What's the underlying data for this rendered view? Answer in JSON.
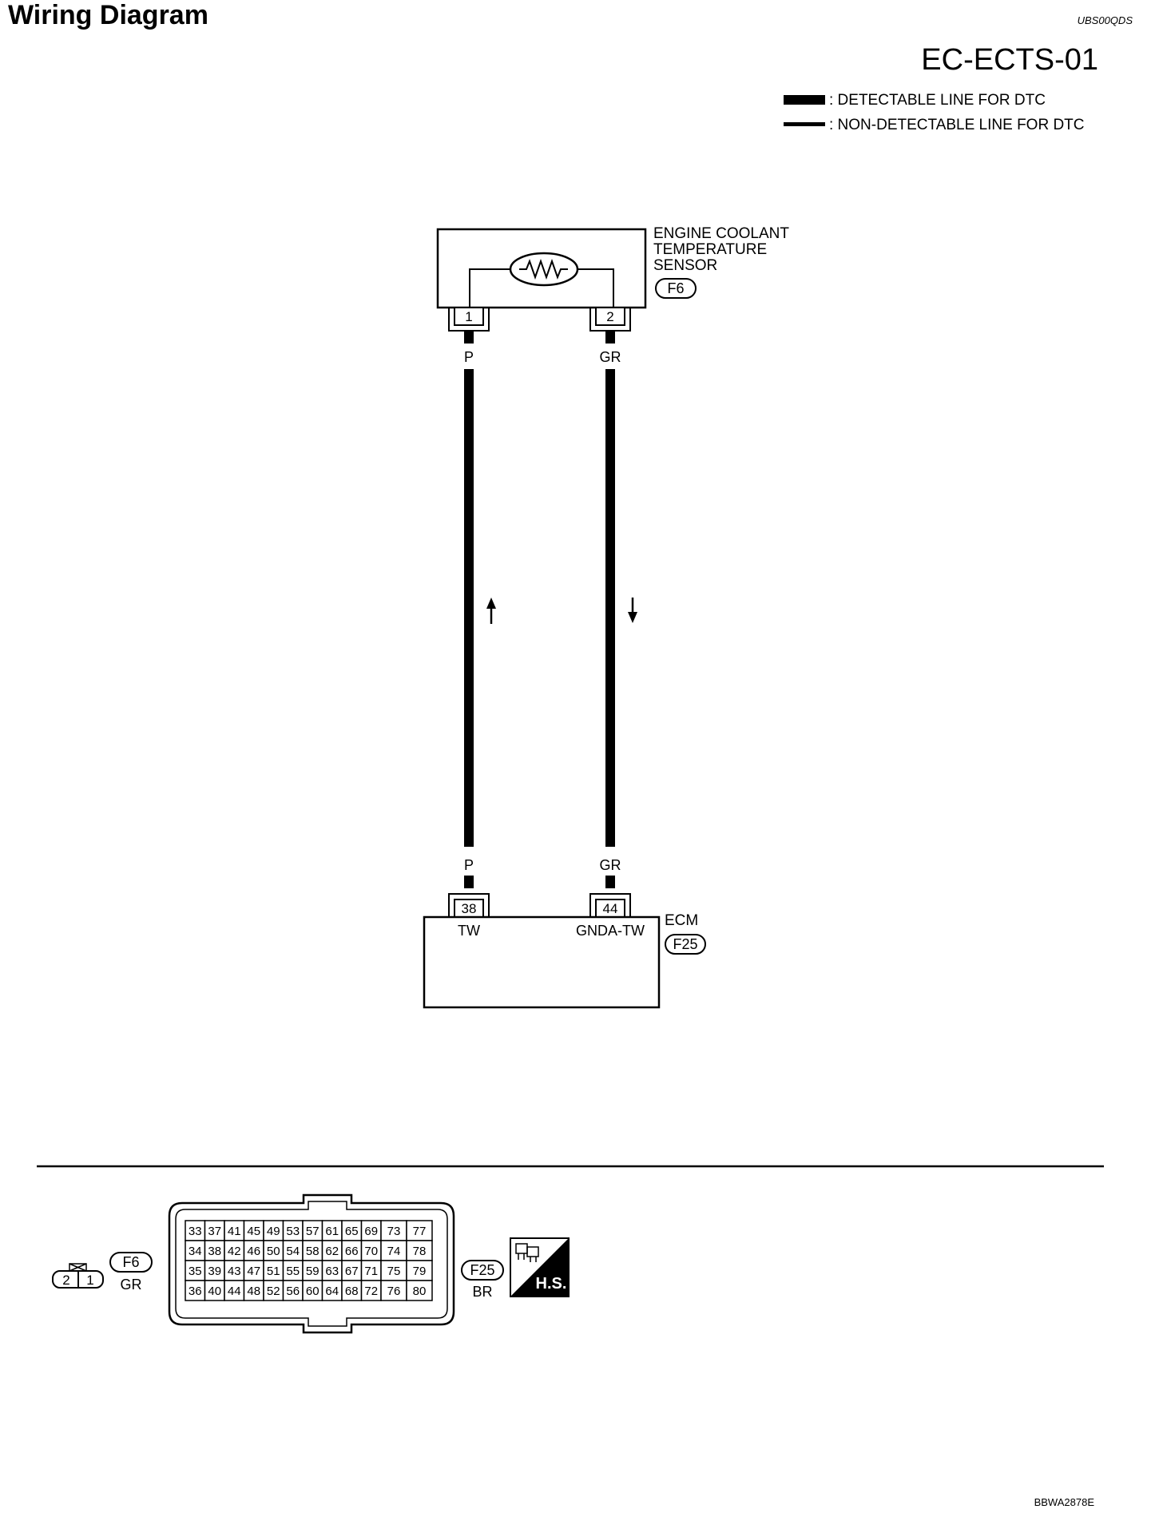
{
  "header": {
    "title": "Wiring Diagram",
    "doc_code": "UBS00QDS",
    "diagram_id": "EC-ECTS-01"
  },
  "legend": {
    "detectable": ": DETECTABLE LINE FOR DTC",
    "non_detectable": ": NON-DETECTABLE LINE FOR DTC"
  },
  "sensor": {
    "name_line1": "ENGINE COOLANT",
    "name_line2": "TEMPERATURE",
    "name_line3": "SENSOR",
    "connector": "F6",
    "pin_left": "1",
    "pin_right": "2"
  },
  "wires": [
    {
      "color_top": "P",
      "color_bottom": "P"
    },
    {
      "color_top": "GR",
      "color_bottom": "GR"
    }
  ],
  "ecm": {
    "name": "ECM",
    "connector": "F25",
    "pin_left": "38",
    "pin_right": "44",
    "term_left": "TW",
    "term_right": "GNDA-TW"
  },
  "connector_views": {
    "f6": {
      "id": "F6",
      "color": "GR",
      "pins": [
        "2",
        "1"
      ]
    },
    "f25": {
      "id": "F25",
      "color": "BR",
      "rows": [
        [
          "33",
          "37",
          "41",
          "45",
          "49",
          "53",
          "57",
          "61",
          "65",
          "69",
          "73",
          "77"
        ],
        [
          "34",
          "38",
          "42",
          "46",
          "50",
          "54",
          "58",
          "62",
          "66",
          "70",
          "74",
          "78"
        ],
        [
          "35",
          "39",
          "43",
          "47",
          "51",
          "55",
          "59",
          "63",
          "67",
          "71",
          "75",
          "79"
        ],
        [
          "36",
          "40",
          "44",
          "48",
          "52",
          "56",
          "60",
          "64",
          "68",
          "72",
          "76",
          "80"
        ]
      ]
    },
    "hs_label": "H.S."
  },
  "footer_code": "BBWA2878E"
}
